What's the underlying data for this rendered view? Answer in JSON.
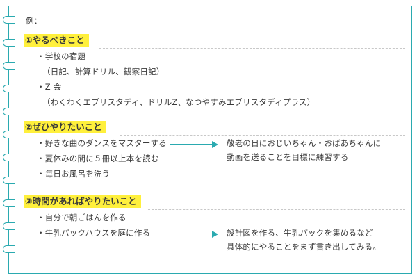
{
  "example_label": "例：",
  "accent_color": "#2aaab0",
  "highlight_color": "#fff03c",
  "sections": [
    {
      "title": "①やるべきこと",
      "items": [
        "・学校の宿題",
        "（日記、計算ドリル、観察日記）",
        "・Z 会",
        "（わくわくエブリスタディ、ドリルZ、なつやすみエブリスタディプラス）"
      ]
    },
    {
      "title": "②ぜひやりたいこと",
      "items": [
        "・好きな曲のダンスをマスターする",
        "・夏休みの間に５冊以上本を読む",
        "・毎日お風呂を洗う"
      ],
      "note": [
        "敬老の日におじいちゃん・おばあちゃんに",
        "動画を送ることを目標に練習する"
      ]
    },
    {
      "title": "③時間があればやりたいこと",
      "items": [
        "・自分で朝ごはんを作る",
        "・牛乳パックハウスを庭に作る"
      ],
      "note": [
        "設計図を作る、牛乳パックを集めるなど",
        "具体的にやることをまず書き出してみる。"
      ]
    }
  ]
}
